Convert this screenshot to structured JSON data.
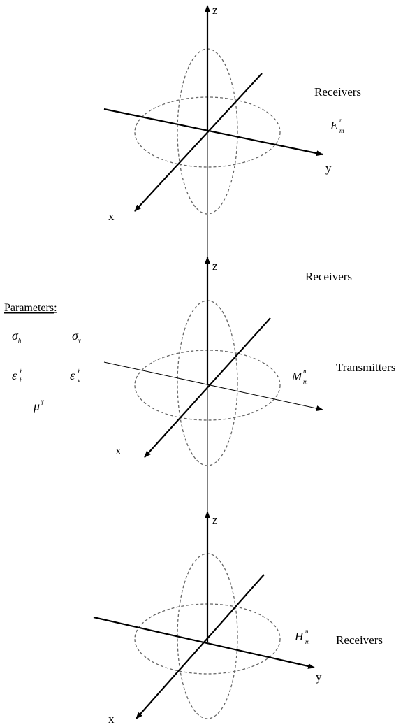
{
  "panels": [
    {
      "z_label": "z",
      "x_label": "x",
      "y_label": "y",
      "role_label": "Receivers",
      "field_symbol": "E",
      "field_sup": "n",
      "field_sub": "m"
    },
    {
      "z_label": "z",
      "x_label": "x",
      "role_label": "Receivers",
      "role_label_2": "Transmitters",
      "field_symbol": "M",
      "field_sup": "n",
      "field_sub": "m"
    },
    {
      "z_label": "z",
      "x_label": "x",
      "y_label": "y",
      "role_label": "Receivers",
      "field_symbol": "H",
      "field_sup": "n",
      "field_sub": "m"
    }
  ],
  "parameters": {
    "heading": "Parameters",
    "heading_suffix": ":",
    "sigma_h": {
      "base": "σ",
      "sub": "h"
    },
    "sigma_v": {
      "base": "σ",
      "sub": "v"
    },
    "eps_h": {
      "base": "ε",
      "sup": "γ",
      "sub": "h"
    },
    "eps_v": {
      "base": "ε",
      "sup": "γ",
      "sub": "v"
    },
    "mu": {
      "base": "μ",
      "sup": "γ"
    }
  }
}
